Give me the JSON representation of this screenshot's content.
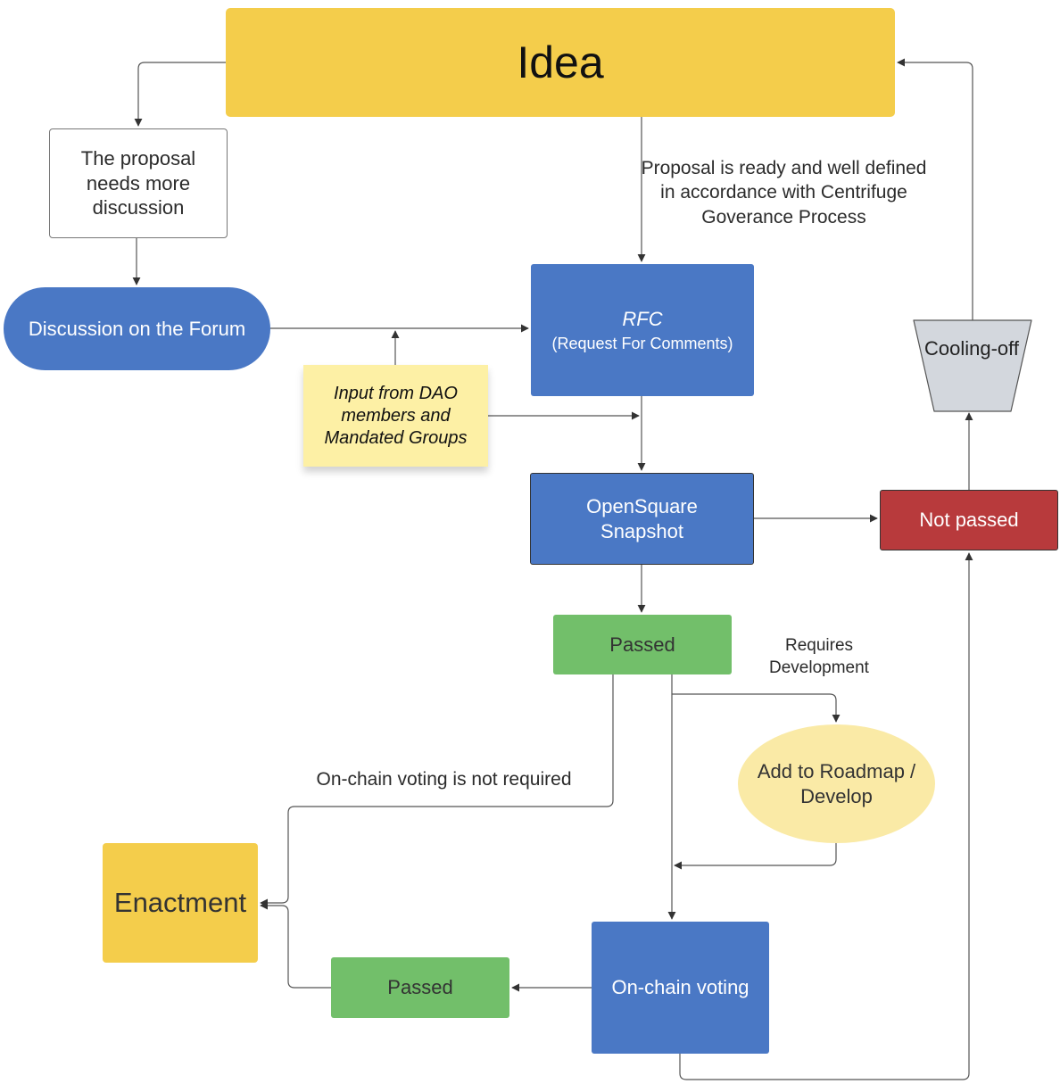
{
  "nodes": {
    "idea": "Idea",
    "proposal": "The proposal needs more discussion",
    "forum": "Discussion on the Forum",
    "dao_input": "Input from DAO members and Mandated Groups",
    "rfc_title": "RFC",
    "rfc_subtitle": "(Request For Comments)",
    "snapshot": "OpenSquare Snapshot",
    "not_passed": "Not passed",
    "cooling_off": "Cooling-off",
    "passed": "Passed",
    "roadmap": "Add to Roadmap / Develop",
    "enactment": "Enactment",
    "passed_onchain": "Passed",
    "onchain_voting": "On-chain voting"
  },
  "labels": {
    "ready": "Proposal is ready and well defined in accordance with Centrifuge Goverance Process",
    "requires_development": "Requires Development",
    "onchain_not_required": "On-chain voting is not required"
  },
  "colors": {
    "yellow": "#f4cd4b",
    "blue": "#4a78c5",
    "green": "#72bf6a",
    "red": "#b83a3c",
    "grey": "#d3d7dd",
    "sticky": "#fdf0a5",
    "pale_yellow": "#faeaa6"
  }
}
